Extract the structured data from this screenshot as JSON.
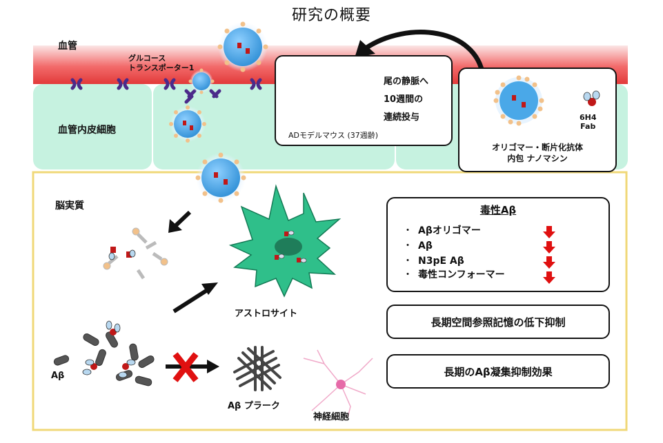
{
  "title": "研究の概要",
  "vessel": {
    "label": "血管",
    "transporter_label": "グルコース\nトランスポーター1"
  },
  "endothelium": {
    "label": "血管内皮細胞"
  },
  "brain": {
    "label": "脳実質"
  },
  "mouse_box": {
    "caption": "ADモデルマウス (37週齢)",
    "line1": "尾の静脈へ",
    "line2": "10週間の",
    "line3": "連続投与"
  },
  "nanomachine_box": {
    "antibody_label1": "6H4",
    "antibody_label2": "Fab",
    "caption1": "オリゴマー・断片化抗体",
    "caption2": "内包 ナノマシン"
  },
  "toxic_box": {
    "title": "毒性Aβ",
    "items": [
      "Aβオリゴマー",
      "Aβ",
      "N3pE Aβ",
      "毒性コンフォーマー"
    ],
    "bullet": "・",
    "arrow_color": "#e01010"
  },
  "effect_boxes": [
    "長期空間参照記憶の低下抑制",
    "長期のAβ凝集抑制効果"
  ],
  "labels": {
    "astrocyte": "アストロサイト",
    "abeta": "Aβ",
    "plaque": "Aβ プラーク",
    "neuron": "神経細胞"
  },
  "colors": {
    "vessel": "#f05a5a",
    "endothelium": "#bff0dc",
    "nanomachine": "#4aa8e8",
    "astrocyte": "#2fbf8a",
    "brain_border": "#f0d878",
    "block_x": "#e01010"
  }
}
